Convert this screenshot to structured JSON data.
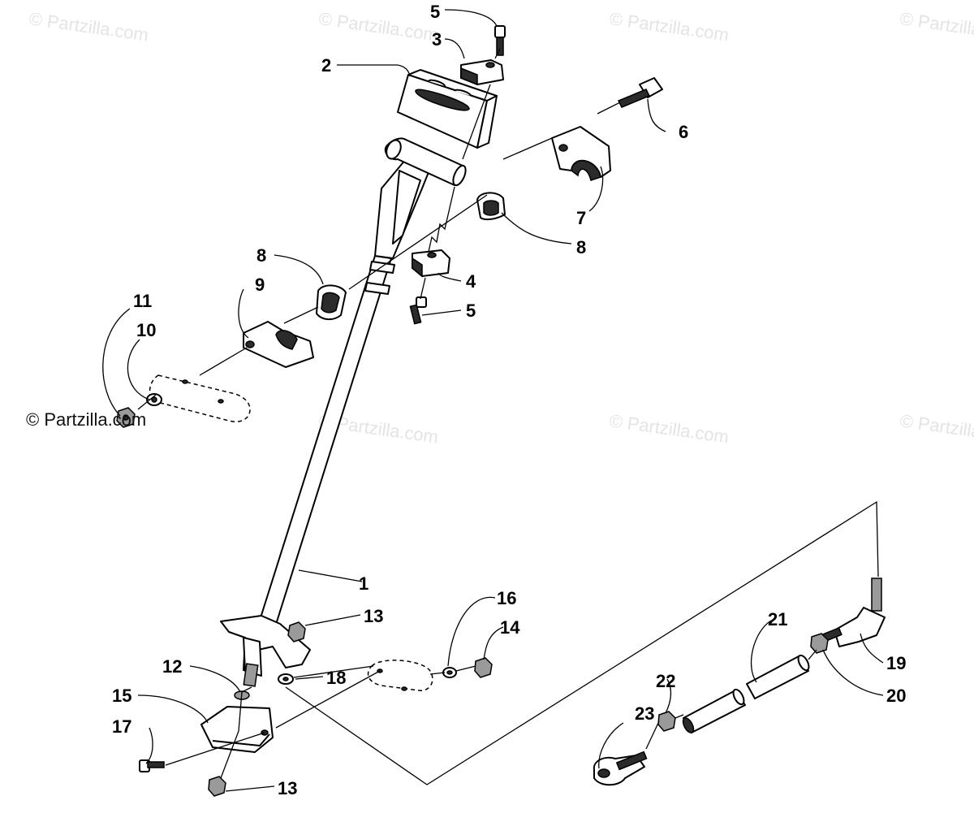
{
  "watermark": "© Partzilla.com",
  "credit": "© Partzilla.com",
  "callouts": {
    "c1": "1",
    "c2": "2",
    "c3": "3",
    "c4": "4",
    "c5a": "5",
    "c5b": "5",
    "c6": "6",
    "c7": "7",
    "c8a": "8",
    "c8b": "8",
    "c9": "9",
    "c10": "10",
    "c11": "11",
    "c12": "12",
    "c13a": "13",
    "c13b": "13",
    "c14": "14",
    "c15": "15",
    "c16": "16",
    "c17": "17",
    "c18": "18",
    "c19": "19",
    "c20": "20",
    "c21": "21",
    "c22": "22",
    "c23": "23"
  }
}
